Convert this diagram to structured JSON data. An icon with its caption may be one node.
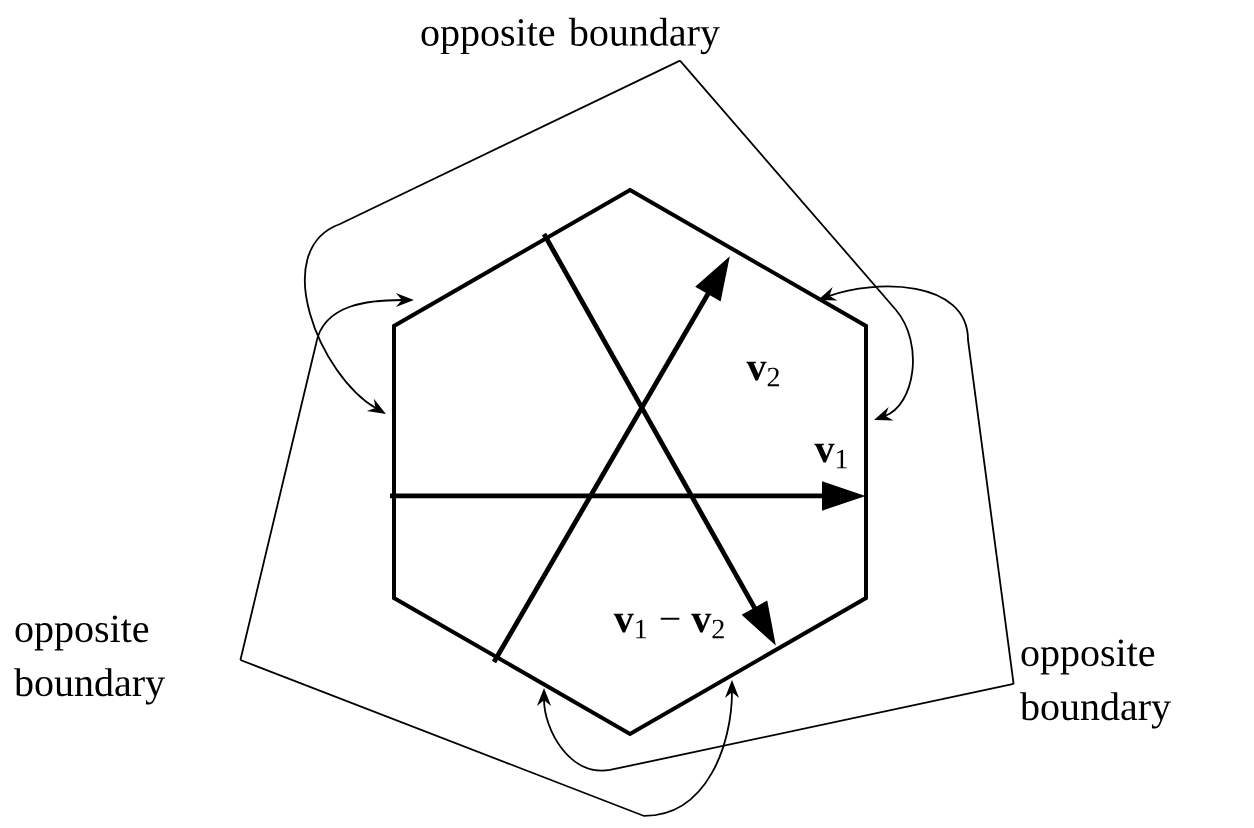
{
  "diagram": {
    "nodes": [
      {
        "text": [],
        "shape": "hexagon"
      },
      {
        "text": [
          "opposite boundary"
        ]
      },
      {
        "text": [
          "opposite boundary"
        ]
      },
      {
        "text": [
          "opposite boundary"
        ]
      }
    ],
    "edges": [
      {
        "from": 1,
        "to": 0,
        "arrow": "to"
      },
      {
        "from": 1,
        "to": 0,
        "arrow": "to"
      },
      {
        "from": 2,
        "to": 0,
        "arrow": "to"
      },
      {
        "from": 2,
        "to": 0,
        "arrow": "to"
      },
      {
        "from": 3,
        "to": 0,
        "arrow": "to"
      },
      {
        "from": 3,
        "to": 0,
        "arrow": "to"
      }
    ],
    "labels": [
      "**v**$_{2}$",
      "**v**$_{1}$",
      "**v**$_{1}$ − **v**$_{2}$"
    ]
  }
}
